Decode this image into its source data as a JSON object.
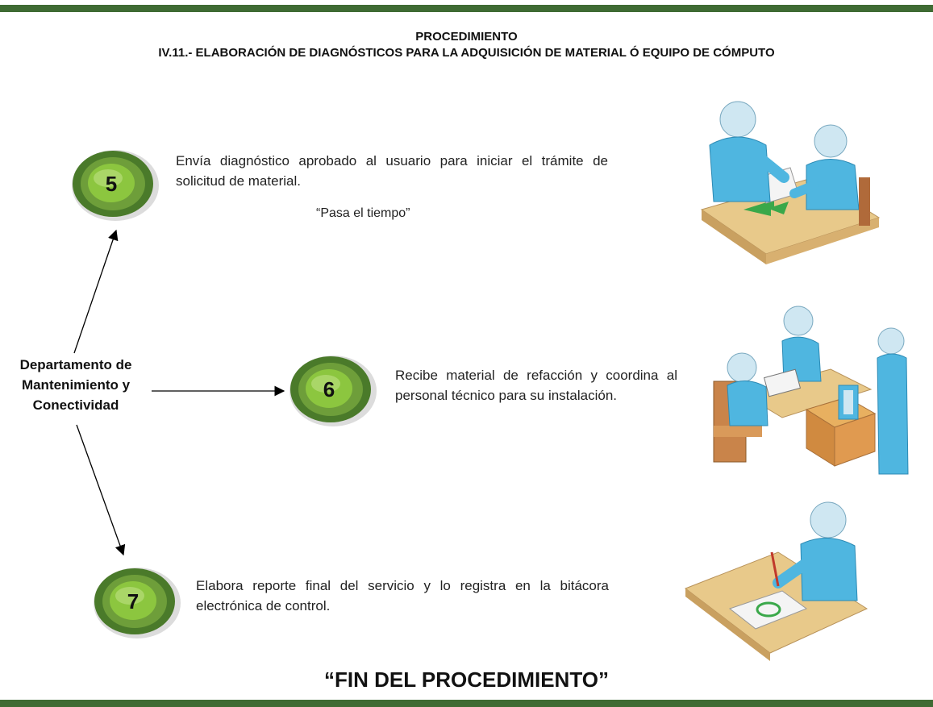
{
  "header": {
    "line1": "PROCEDIMIENTO",
    "line2": "IV.11.- ELABORACIÓN DE DIAGNÓSTICOS PARA LA ADQUISICIÓN DE MATERIAL Ó EQUIPO DE CÓMPUTO"
  },
  "department": "Departamento de Mantenimiento y Conectividad",
  "steps": [
    {
      "number": "5",
      "text": "Envía diagnóstico aprobado al usuario para iniciar el trámite de solicitud de material.",
      "note": "“Pasa el tiempo”"
    },
    {
      "number": "6",
      "text": "Recibe material de refacción y coordina al personal técnico para su instalación."
    },
    {
      "number": "7",
      "text": "Elabora reporte final del servicio y lo registra en la bitácora electrónica de control."
    }
  ],
  "footer": "“FIN DEL PROCEDIMIENTO”",
  "colors": {
    "bar": "#3f6b33",
    "badge_outer": "#4a7a2a",
    "badge_inner": "#8cc63f",
    "figure": "#4fb6e0",
    "desk": "#e8c98a"
  }
}
